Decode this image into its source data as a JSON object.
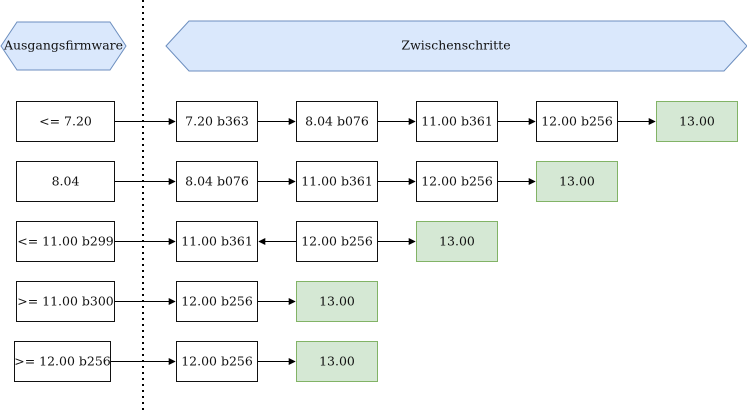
{
  "headers": {
    "source": "Ausgangsfirmware",
    "steps": "Zwischenschritte"
  },
  "rows": [
    {
      "source": "<= 7.20",
      "steps": [
        "7.20 b363",
        "8.04 b076",
        "11.00 b361",
        "12.00 b256"
      ],
      "target": "13.00"
    },
    {
      "source": "8.04",
      "steps": [
        "8.04 b076",
        "11.00 b361",
        "12.00 b256"
      ],
      "target": "13.00"
    },
    {
      "source": "<= 11.00 b299",
      "steps": [
        "11.00 b361",
        "12.00 b256"
      ],
      "target": "13.00"
    },
    {
      "source": ">= 11.00 b300",
      "steps": [
        "12.00 b256"
      ],
      "target": "13.00"
    },
    {
      "source": ">= 12.00 b256",
      "steps": [
        "12.00 b256"
      ],
      "target": "13.00"
    }
  ],
  "colors": {
    "header_fill": "#dae8fc",
    "header_stroke": "#6c8ebf",
    "target_fill": "#d5e8d4",
    "target_stroke": "#82b366"
  }
}
